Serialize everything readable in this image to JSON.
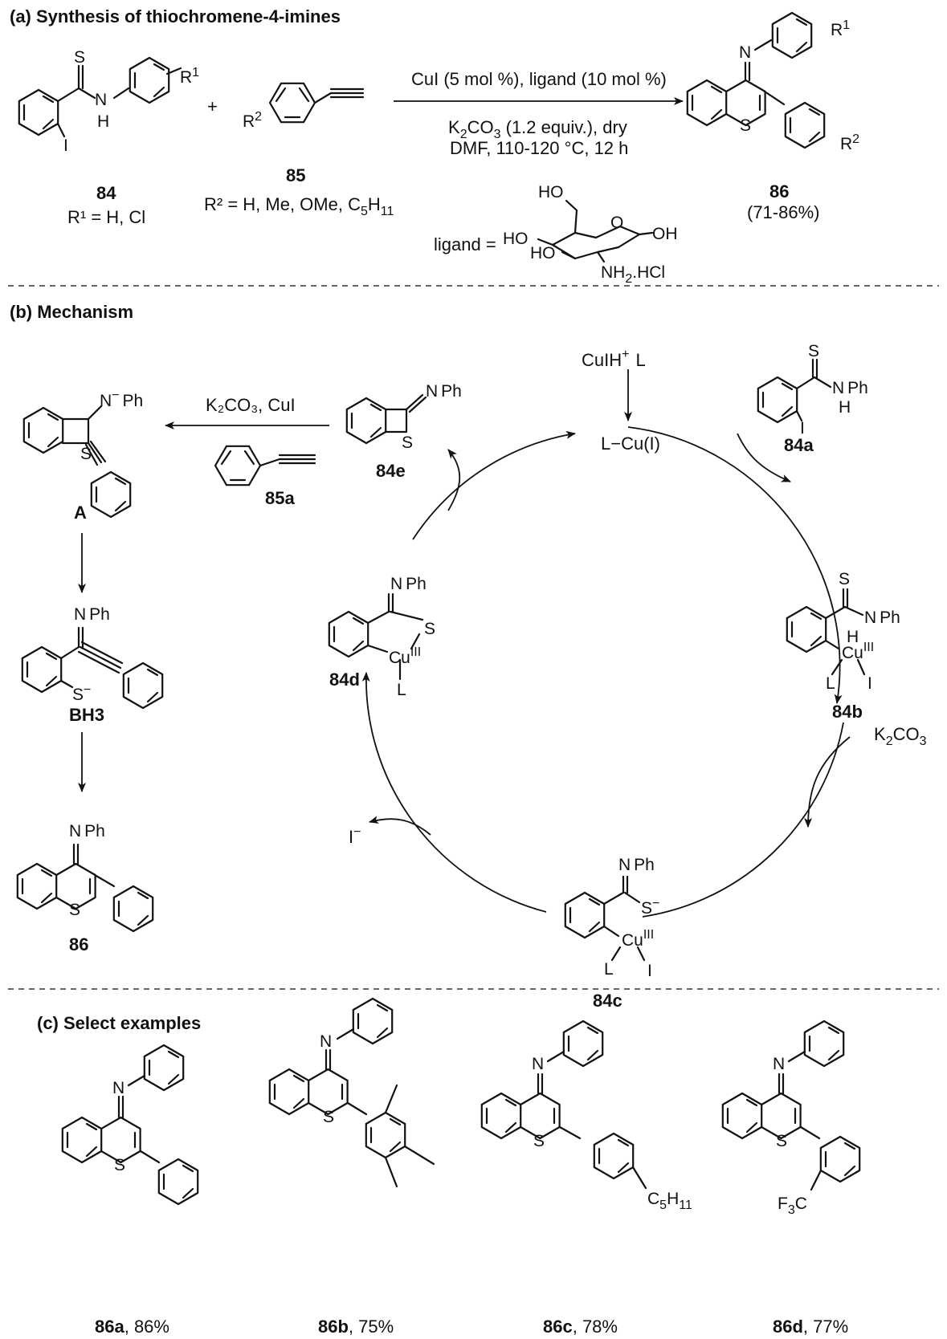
{
  "sections": {
    "a": "(a) Synthesis of thiochromene-4-imines",
    "b": "(b) Mechanism",
    "c": "(c) Select examples"
  },
  "part_a": {
    "reagent_line1": "CuI (5 mol %), ligand (10 mol %)",
    "reagent_line2_pre": "K",
    "reagent_line2_sub": "2",
    "reagent_line2_mid": "CO",
    "reagent_line2_sub2": "3",
    "reagent_line2_post": " (1.2 equiv.), dry",
    "reagent_line3": "DMF, 110-120 °C, 12 h",
    "plus": "+",
    "c84_label": "84",
    "c84_sub": "R¹ = H, Cl",
    "c85_label": "85",
    "c85_sub_pre": "R² = H, Me, OMe, C",
    "c85_sub_5": "5",
    "c85_sub_H": "H",
    "c85_sub_11": "11",
    "c86_label": "86",
    "c86_yield": "(71-86%)",
    "ligand_label": "ligand =",
    "ligand_ho1": "HO",
    "ligand_ho2": "HO",
    "ligand_ho3": "HO",
    "ligand_o": "O",
    "ligand_oh": "OH",
    "ligand_nh2": "NH",
    "ligand_nh2_sub": "2",
    "ligand_hcl": ".HCl"
  },
  "part_b": {
    "cuih": "CuIH",
    "cuih_sup": "+",
    "cuih_L": "L",
    "lcu": "L−Cu(I)",
    "k2co3_cui": "K₂CO₃, CuI",
    "k2co3": "K₂CO₃",
    "iodide": "I",
    "iodide_sup": "−",
    "c84a": "84a",
    "c84b": "84b",
    "c84c": "84c",
    "c84d": "84d",
    "c84e": "84e",
    "c85a": "85a",
    "cA": "A",
    "cBH3": "BH3",
    "c86": "86",
    "ph": "Ph",
    "n": "N",
    "s": "S",
    "h": "H",
    "i": "I",
    "cu": "Cu",
    "cu3": "III",
    "L": "L"
  },
  "part_c": {
    "examples": [
      {
        "label": "86a",
        "yield": ", 86%"
      },
      {
        "label": "86b",
        "yield": ", 75%"
      },
      {
        "label": "86c",
        "yield": ", 78%"
      },
      {
        "label": "86d",
        "yield": ", 77%"
      }
    ],
    "c5h11_C": "C",
    "c5h11_5": "5",
    "c5h11_H": "H",
    "c5h11_11": "11",
    "f3c_F": "F",
    "f3c_3": "3",
    "f3c_C": "C"
  }
}
